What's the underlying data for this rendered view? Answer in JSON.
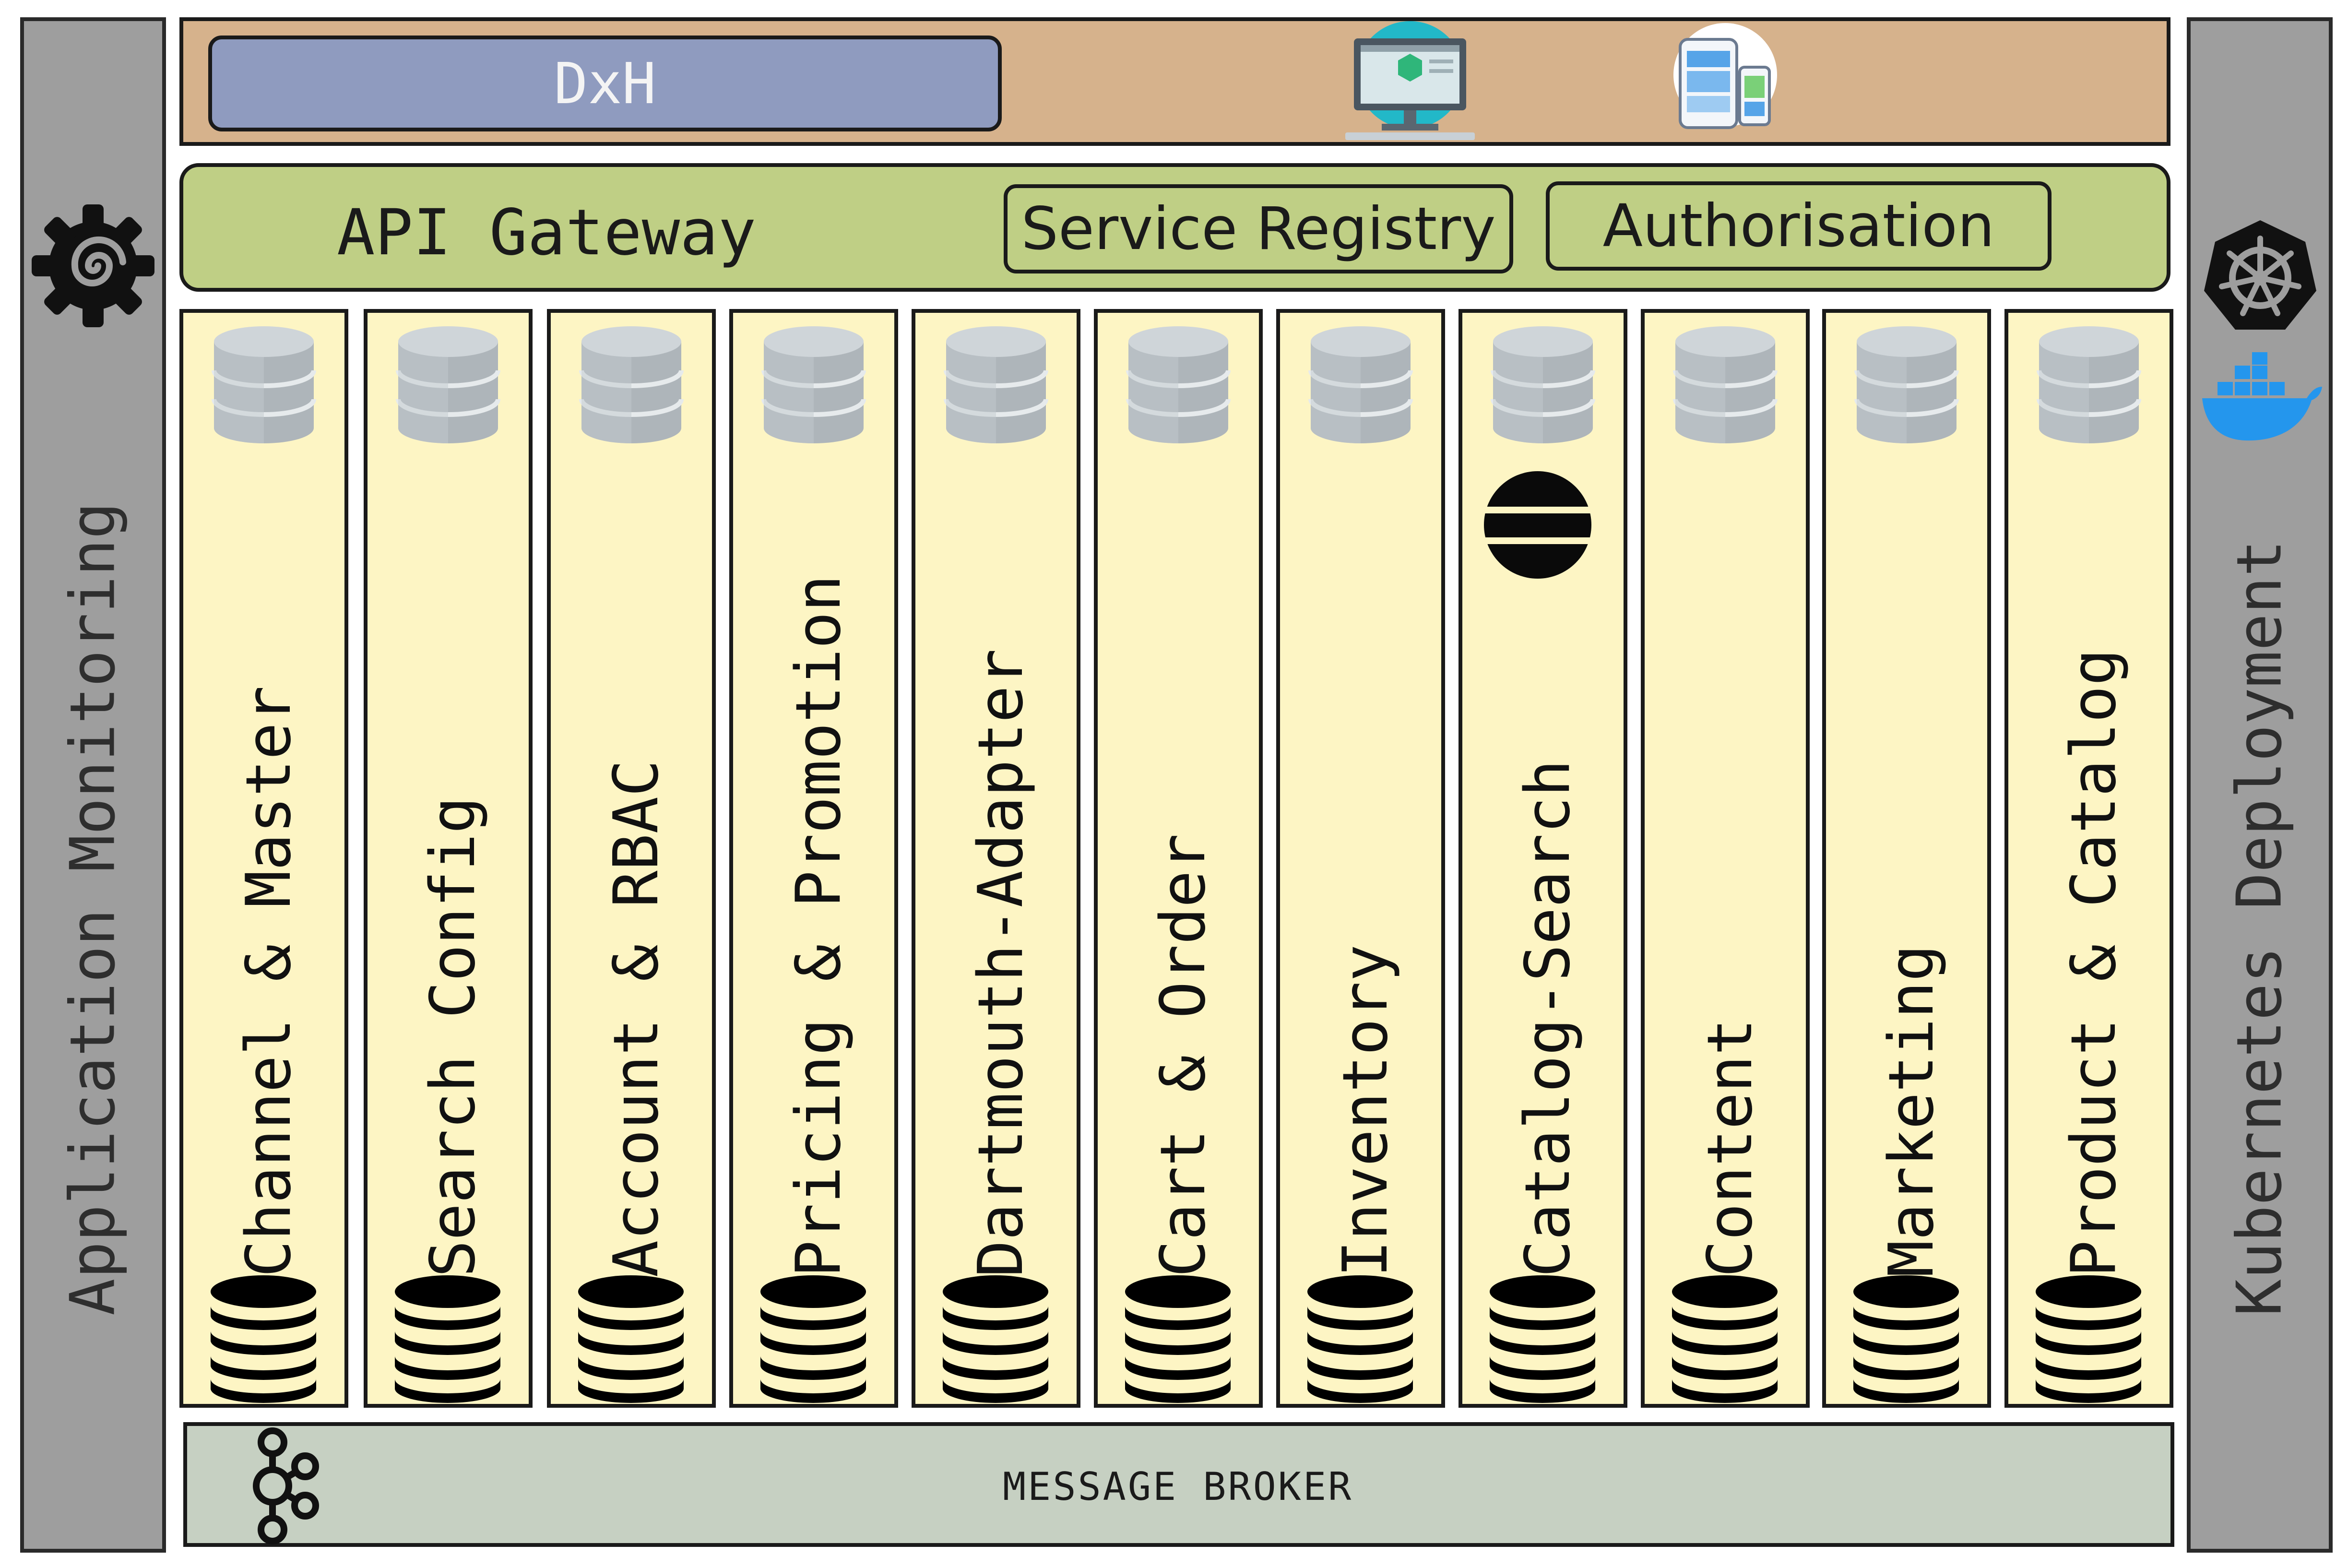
{
  "left_panel": {
    "label": "Application Monitoring",
    "icon": "grafana-icon"
  },
  "right_panel": {
    "label": "Kubernetes Deployment",
    "icons": [
      "kubernetes-icon",
      "docker-icon"
    ]
  },
  "top_bar": {
    "title": "DxH",
    "icons": [
      "desktop-monitor-icon",
      "mobile-devices-icon"
    ]
  },
  "gateway": {
    "label": "API Gateway",
    "service_registry": "Service Registry",
    "authorisation": "Authorisation"
  },
  "services": [
    {
      "label": "Channel & Master"
    },
    {
      "label": "Search Config"
    },
    {
      "label": "Account & RBAC"
    },
    {
      "label": "Pricing & Promotion"
    },
    {
      "label": "Dartmouth-Adapter"
    },
    {
      "label": "Cart & Order"
    },
    {
      "label": "Inventory"
    },
    {
      "label": "Catalog-Search",
      "extra_icon": "elastic-icon"
    },
    {
      "label": "Content"
    },
    {
      "label": "Marketing"
    },
    {
      "label": "Product & Catalog"
    }
  ],
  "broker": {
    "label": "MESSAGE BROKER",
    "icon": "kafka-icon"
  },
  "colors": {
    "side": "#9e9e9e",
    "top": "#d6b28c",
    "dxh": "#8f9bbf",
    "gateway": "#bfcf85",
    "service": "#fdf5c4",
    "broker": "#c6d0c2",
    "docker": "#2496ed"
  }
}
